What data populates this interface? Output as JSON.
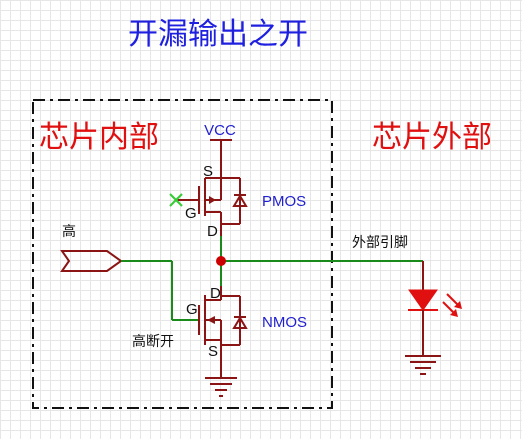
{
  "title": "开漏输出之开",
  "regions": {
    "inside": "芯片内部",
    "outside": "芯片外部"
  },
  "labels": {
    "vcc": "VCC",
    "pmos": "PMOS",
    "nmos": "NMOS",
    "pmos_source": "S",
    "pmos_gate": "G",
    "pmos_drain": "D",
    "nmos_drain": "D",
    "nmos_gate": "G",
    "nmos_source": "S",
    "input": "高",
    "nmos_state": "高断开",
    "pin": "外部引脚"
  },
  "colors": {
    "title": "#1f1fe0",
    "region_text": "#e01010",
    "device_wire": "#8b1515",
    "active_wire": "#1a8a1a",
    "node": "#cc0000",
    "led": "#e01010",
    "pmos_off_mark": "#33cc33"
  },
  "icons": {
    "pmos": "p-channel-mosfet-icon",
    "nmos": "n-channel-mosfet-icon",
    "led": "led-icon",
    "ground": "ground-icon",
    "input": "input-port-icon",
    "off_mark": "cross-mark-icon"
  }
}
